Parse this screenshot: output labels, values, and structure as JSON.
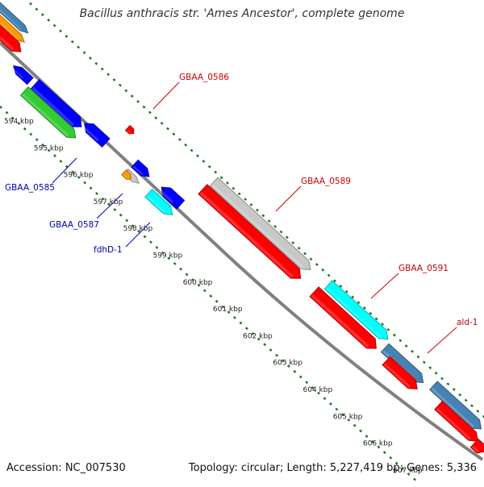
{
  "title": "Bacillus anthracis str. 'Ames Ancestor', complete genome",
  "footer": {
    "accession": "Accession: NC_007530",
    "summary": "Topology: circular; Length: 5,227,419 bp; Genes: 5,336"
  },
  "colors": {
    "backbone": "#808080",
    "tick_green": "#1f7a1f",
    "label_red": "#cc0000",
    "label_blue": "#0000aa",
    "red": "#ff0000",
    "blue": "#0000ff",
    "green": "#33cc33",
    "cyan": "#00ffff",
    "orange": "#ff9900",
    "lightgray": "#c8c8c8",
    "steelblue": "#4682b4",
    "text": "#222222"
  },
  "ticks": [
    {
      "kbp": 594,
      "label": "594 kbp"
    },
    {
      "kbp": 595,
      "label": "595 kbp"
    },
    {
      "kbp": 596,
      "label": "596 kbp"
    },
    {
      "kbp": 597,
      "label": "597 kbp"
    },
    {
      "kbp": 598,
      "label": "598 kbp"
    },
    {
      "kbp": 599,
      "label": "599 kbp"
    },
    {
      "kbp": 600,
      "label": "600 kbp"
    },
    {
      "kbp": 601,
      "label": "601 kbp"
    },
    {
      "kbp": 602,
      "label": "602 kbp"
    },
    {
      "kbp": 603,
      "label": "603 kbp"
    },
    {
      "kbp": 604,
      "label": "604 kbp"
    },
    {
      "kbp": 605,
      "label": "605 kbp"
    },
    {
      "kbp": 606,
      "label": "606 kbp"
    },
    {
      "kbp": 607,
      "label": "607 kbp"
    }
  ],
  "features": [
    {
      "id": "f1",
      "color": "steelblue"
    },
    {
      "id": "f2",
      "color": "orange"
    },
    {
      "id": "f3",
      "color": "red"
    },
    {
      "id": "f4",
      "color": "blue"
    },
    {
      "id": "f5",
      "color": "blue"
    },
    {
      "id": "f6",
      "color": "green"
    },
    {
      "id": "f7",
      "color": "blue"
    },
    {
      "id": "f8",
      "color": "red"
    },
    {
      "id": "f9",
      "color": "blue"
    },
    {
      "id": "f10",
      "color": "lightgray"
    },
    {
      "id": "f11",
      "color": "orange"
    },
    {
      "id": "f12",
      "color": "blue"
    },
    {
      "id": "f13",
      "color": "cyan"
    },
    {
      "id": "f14",
      "color": "lightgray"
    },
    {
      "id": "f15",
      "color": "red"
    },
    {
      "id": "f16",
      "color": "cyan"
    },
    {
      "id": "f17",
      "color": "red"
    },
    {
      "id": "f18",
      "color": "steelblue"
    },
    {
      "id": "f19",
      "color": "red"
    },
    {
      "id": "f20",
      "color": "steelblue"
    },
    {
      "id": "f21",
      "color": "red"
    },
    {
      "id": "f22",
      "color": "red"
    }
  ],
  "gene_labels": [
    {
      "text": "GBAA_0586",
      "color": "label_red"
    },
    {
      "text": "GBAA_0589",
      "color": "label_red"
    },
    {
      "text": "GBAA_0591",
      "color": "label_red"
    },
    {
      "text": "ald-1",
      "color": "label_red"
    },
    {
      "text": "GBAA_0585",
      "color": "label_blue"
    },
    {
      "text": "GBAA_0587",
      "color": "label_blue"
    },
    {
      "text": "fdhD-1",
      "color": "label_blue"
    }
  ]
}
